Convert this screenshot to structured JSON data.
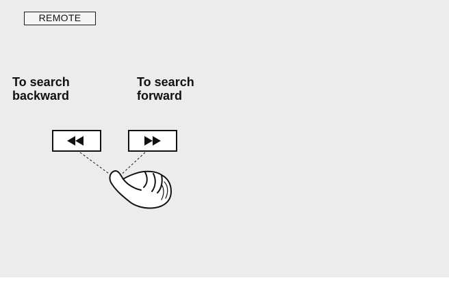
{
  "remote_tag": {
    "label": "REMOTE"
  },
  "search_backward": {
    "line1": "To search",
    "line2": "backward"
  },
  "search_forward": {
    "line1": "To search",
    "line2": "forward"
  },
  "icons": {
    "rewind": "rewind-icon",
    "fast_forward": "fast-forward-icon",
    "hand": "pointing-hand-icon"
  },
  "colors": {
    "panel": "#ececec",
    "ink": "#111111"
  }
}
